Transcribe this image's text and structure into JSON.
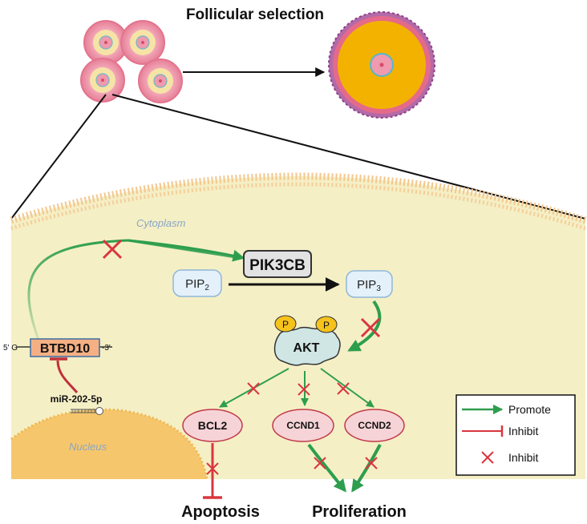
{
  "title": "Follicular selection",
  "labels": {
    "cytoplasm": "Cytoplasm",
    "nucleus": "Nucleus",
    "five_prime": "5' G",
    "three_prime": "-3'",
    "phospho": "P"
  },
  "nodes": {
    "pik3cb": "PIK3CB",
    "pip2_base": "PIP",
    "pip2_sub": "2",
    "pip3_base": "PIP",
    "pip3_sub": "3",
    "akt": "AKT",
    "btbd10": "BTBD10",
    "mirna": "miR-202-5p",
    "bcl2": "BCL2",
    "ccnd1": "CCND1",
    "ccnd2": "CCND2"
  },
  "outcomes": {
    "apoptosis": "Apoptosis",
    "proliferation": "Proliferation"
  },
  "legend": [
    {
      "kind": "promote-arrow",
      "label": "Promote"
    },
    {
      "kind": "inhibit-bar",
      "label": "Inhibit"
    },
    {
      "kind": "inhibit-cross",
      "label": "Inhibit"
    }
  ],
  "colors": {
    "cytoplasm": "#f5efc6",
    "nucleus": "#f6c66d",
    "promote": "#2e9e4e",
    "inhibit": "#d9363e",
    "follicle_pink": "#ec8aa0",
    "follicle_yellow": "#f3b200",
    "follicle_purple": "#a04a99"
  }
}
